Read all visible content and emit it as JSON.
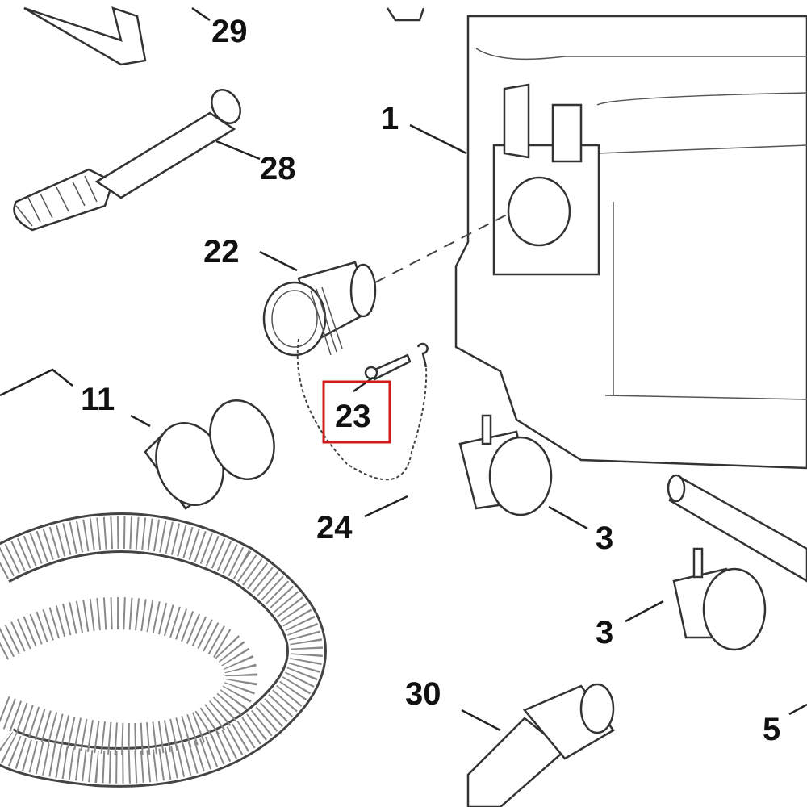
{
  "diagram": {
    "type": "exploded-parts-diagram",
    "highlight_color": "#d11a1a",
    "highlighted_part": "23",
    "parts": [
      {
        "id": "p29",
        "label": "29"
      },
      {
        "id": "p28",
        "label": "28"
      },
      {
        "id": "p1",
        "label": "1"
      },
      {
        "id": "p22",
        "label": "22"
      },
      {
        "id": "p11",
        "label": "11"
      },
      {
        "id": "p23",
        "label": "23"
      },
      {
        "id": "p24",
        "label": "24"
      },
      {
        "id": "p3a",
        "label": "3"
      },
      {
        "id": "p3b",
        "label": "3"
      },
      {
        "id": "p30",
        "label": "30"
      },
      {
        "id": "p5",
        "label": "5"
      }
    ]
  }
}
